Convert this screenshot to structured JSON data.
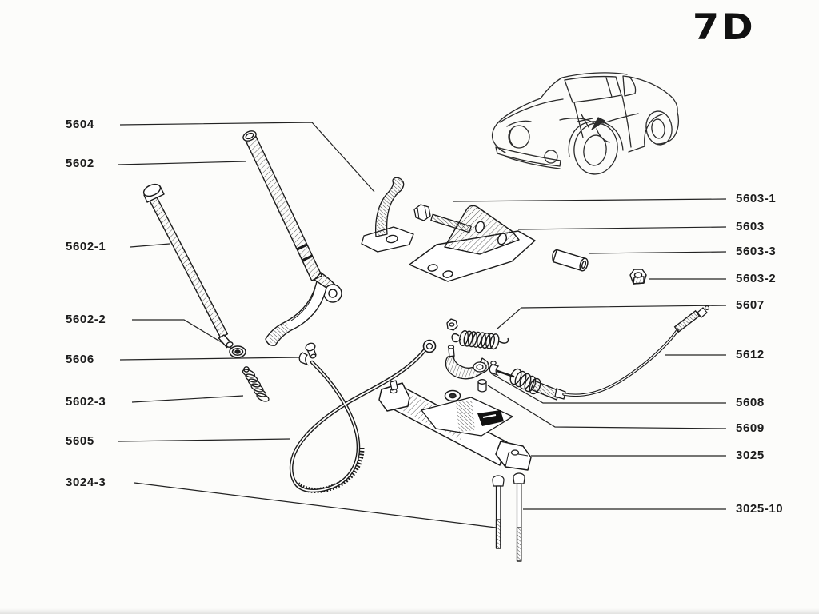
{
  "page": {
    "section_code": "7D"
  },
  "colors": {
    "ink": "#1b1b1b",
    "paper": "#fcfcfa"
  },
  "labels": {
    "left": [
      {
        "text": "5604"
      },
      {
        "text": "5602"
      },
      {
        "text": "5602-1"
      },
      {
        "text": "5602-2"
      },
      {
        "text": "5606"
      },
      {
        "text": "5602-3"
      },
      {
        "text": "5605"
      },
      {
        "text": "3024-3"
      }
    ],
    "right": [
      {
        "text": "5603-1"
      },
      {
        "text": "5603"
      },
      {
        "text": "5603-3"
      },
      {
        "text": "5603-2"
      },
      {
        "text": "5607"
      },
      {
        "text": "5612"
      },
      {
        "text": "5608"
      },
      {
        "text": "5609"
      },
      {
        "text": "3025"
      },
      {
        "text": "3025-10"
      }
    ]
  }
}
